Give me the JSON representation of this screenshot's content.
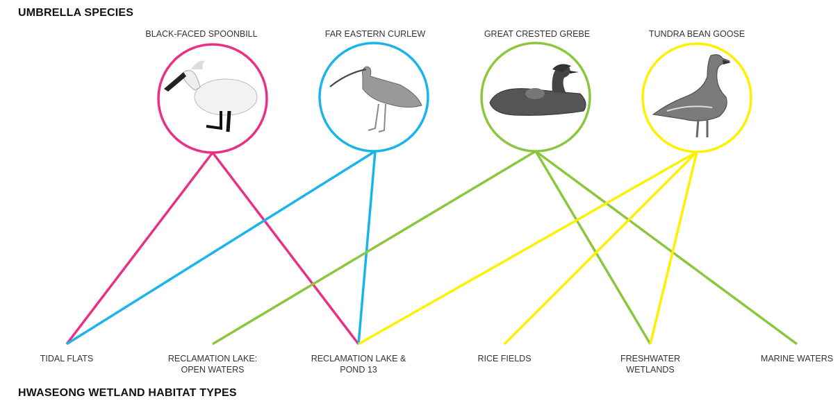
{
  "headings": {
    "top": "UMBRELLA SPECIES",
    "bottom": "HWASEONG WETLAND HABITAT TYPES"
  },
  "species": [
    {
      "id": "spoonbill",
      "name": "BLACK-FACED SPOONBILL",
      "color": "#ec2f86",
      "icon": "spoonbill-icon"
    },
    {
      "id": "curlew",
      "name": "FAR EASTERN CURLEW",
      "color": "#1ab3ea",
      "icon": "curlew-icon"
    },
    {
      "id": "grebe",
      "name": "GREAT CRESTED GREBE",
      "color": "#8cc63f",
      "icon": "grebe-icon"
    },
    {
      "id": "goose",
      "name": "TUNDRA BEAN GOOSE",
      "color": "#fdf100",
      "icon": "goose-icon"
    }
  ],
  "habitats": [
    {
      "id": "tidal",
      "lines": [
        "TIDAL FLATS"
      ]
    },
    {
      "id": "open",
      "lines": [
        "RECLAMATION LAKE:",
        "OPEN WATERS"
      ]
    },
    {
      "id": "pond",
      "lines": [
        "RECLAMATION LAKE &",
        "POND 13"
      ]
    },
    {
      "id": "rice",
      "lines": [
        "RICE FIELDS"
      ]
    },
    {
      "id": "fresh",
      "lines": [
        "FRESHWATER",
        "WETLANDS"
      ]
    },
    {
      "id": "marine",
      "lines": [
        "MARINE WATERS"
      ]
    }
  ],
  "links": [
    {
      "species": "spoonbill",
      "habitat": "tidal"
    },
    {
      "species": "spoonbill",
      "habitat": "pond"
    },
    {
      "species": "curlew",
      "habitat": "tidal"
    },
    {
      "species": "curlew",
      "habitat": "pond"
    },
    {
      "species": "grebe",
      "habitat": "open"
    },
    {
      "species": "grebe",
      "habitat": "fresh"
    },
    {
      "species": "grebe",
      "habitat": "marine"
    },
    {
      "species": "goose",
      "habitat": "pond"
    },
    {
      "species": "goose",
      "habitat": "rice"
    },
    {
      "species": "goose",
      "habitat": "fresh"
    }
  ]
}
